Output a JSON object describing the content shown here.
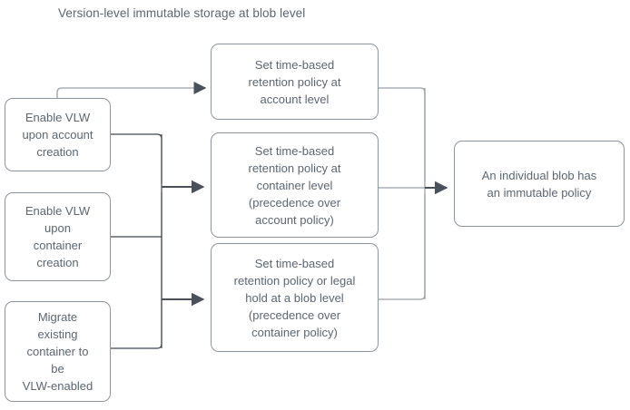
{
  "diagram": {
    "title": "Version-level immutable storage at blob level",
    "colors": {
      "node_border": "#8d949c",
      "node_fill": "#ffffff",
      "text": "#5c6670",
      "edge_light": "#9aa0a8",
      "edge_dark": "#4a515b",
      "background": "#ffffff"
    },
    "nodes": {
      "enable_vlw_account": "Enable VLW\nupon account\ncreation",
      "enable_vlw_container": "Enable VLW\nupon\ncontainer\ncreation",
      "migrate_container": "Migrate\nexisting\ncontainer to\nbe\nVLW-enabled",
      "retention_account": "Set time-based\nretention policy at\naccount level",
      "retention_container": "Set time-based\nretention policy at\ncontainer level\n(precedence over\naccount policy)",
      "retention_blob": "Set time-based\nretention policy or legal\nhold at a blob level\n(precedence over\ncontainer policy)",
      "immutable_blob": "An individual blob has\nan immutable policy"
    },
    "edges": [
      {
        "name": "account-to-retention-account",
        "from": "enable_vlw_account",
        "to": "retention_account",
        "arrow": true
      },
      {
        "name": "sources-to-retention-container",
        "from": "enable_vlw_account,enable_vlw_container,migrate_container",
        "to": "retention_container",
        "arrow": true
      },
      {
        "name": "sources-to-retention-blob",
        "from": "enable_vlw_account,enable_vlw_container,migrate_container",
        "to": "retention_blob",
        "arrow": true
      },
      {
        "name": "policies-to-immutable-blob",
        "from": "retention_account,retention_container,retention_blob",
        "to": "immutable_blob",
        "arrow": true
      }
    ]
  }
}
